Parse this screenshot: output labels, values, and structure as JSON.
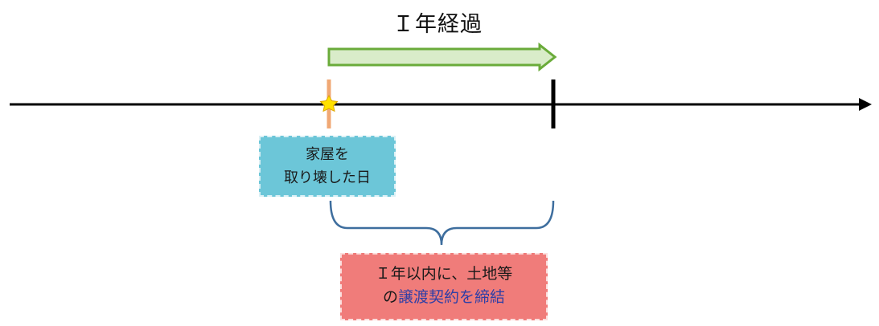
{
  "title": "Ｉ年経過",
  "demolition_box": {
    "line1": "家屋を",
    "line2": "取り壊した日"
  },
  "contract_box": {
    "line1": "Ｉ年以内に、土地等",
    "line2_prefix": "の",
    "line2_highlight": "譲渡契約を締結"
  },
  "colors": {
    "timeline": "#000000",
    "arrow_fill": "#d9ecc9",
    "arrow_stroke": "#6aab3a",
    "start_marker": "#f0a874",
    "star": "#ffe100",
    "brace": "#3e6e9e",
    "box_blue": "#6cc6d8",
    "box_red": "#f07c7a",
    "highlight_text": "#2f3fa6"
  }
}
